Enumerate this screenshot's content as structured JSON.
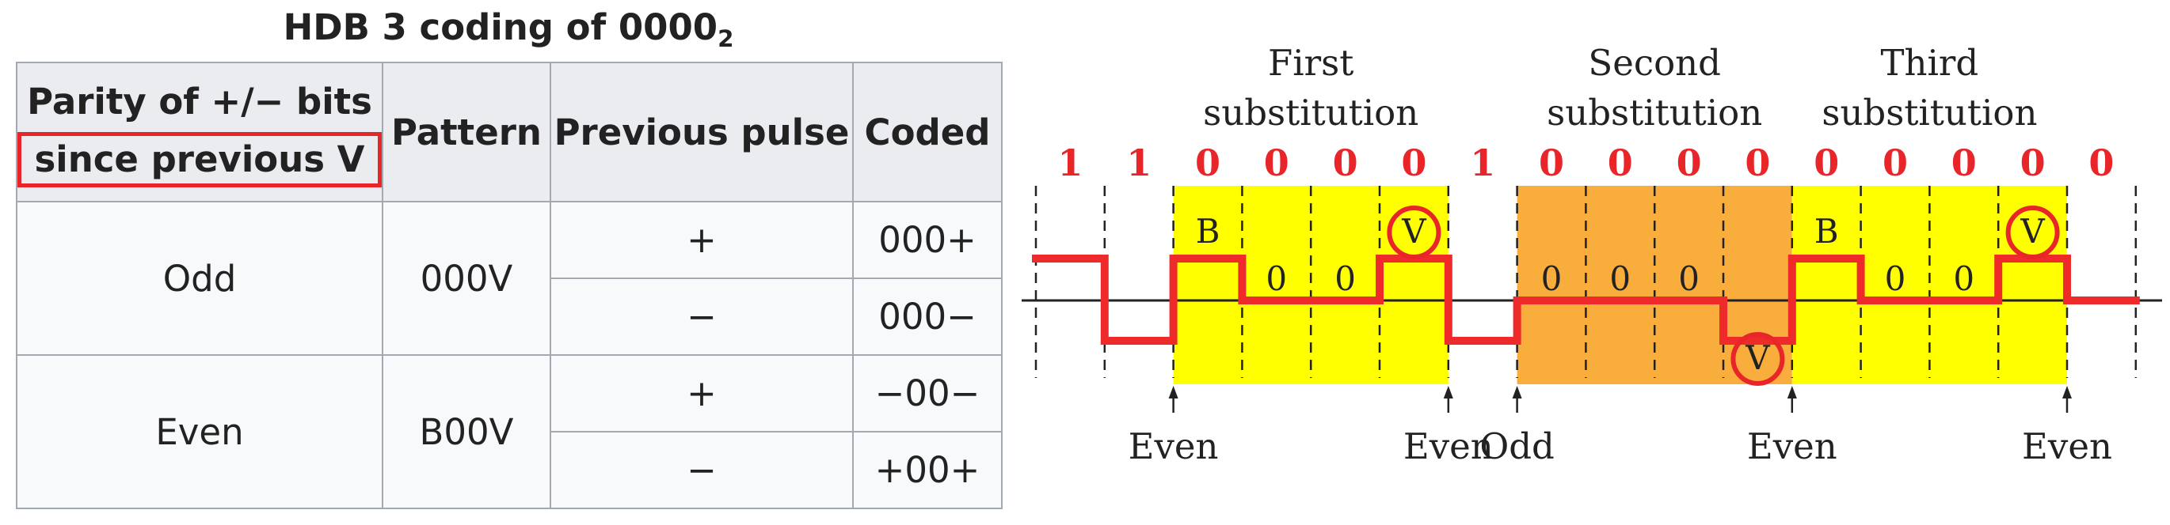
{
  "table": {
    "title": "HDB 3 coding of 0000",
    "title_sub": "2",
    "headers": {
      "parity_line1": "Parity of +/− bits",
      "parity_line2": "since previous V",
      "pattern": "Pattern",
      "previous_pulse": "Previous pulse",
      "coded": "Coded"
    },
    "rows": [
      {
        "parity": "Odd",
        "pattern": "000V",
        "prev": [
          "+",
          "−"
        ],
        "coded": [
          "000+",
          "000−"
        ]
      },
      {
        "parity": "Even",
        "pattern": "B00V",
        "prev": [
          "+",
          "−"
        ],
        "coded": [
          "−00−",
          "+00+"
        ]
      }
    ],
    "highlight_color": "#e8262a"
  },
  "diagram": {
    "colors": {
      "bit": "#e8262a",
      "signal": "#ee2a2a",
      "yellow": "#ffff00",
      "orange": "#f8ad3d",
      "marker": "#e8262a"
    },
    "substitution_titles": [
      {
        "line1": "First",
        "line2": "substitution"
      },
      {
        "line1": "Second",
        "line2": "substitution"
      },
      {
        "line1": "Third",
        "line2": "substitution"
      }
    ],
    "bits": [
      "1",
      "1",
      "0",
      "0",
      "0",
      "0",
      "1",
      "0",
      "0",
      "0",
      "0",
      "0",
      "0",
      "0",
      "0",
      "0"
    ],
    "levels": [
      1,
      -1,
      1,
      0,
      0,
      1,
      -1,
      0,
      0,
      0,
      -1,
      1,
      0,
      0,
      1,
      0
    ],
    "symbols": [
      {
        "slot": 2,
        "text": "B",
        "circled": false,
        "pos": "above"
      },
      {
        "slot": 3,
        "text": "0",
        "circled": false,
        "pos": "zero"
      },
      {
        "slot": 4,
        "text": "0",
        "circled": false,
        "pos": "zero"
      },
      {
        "slot": 5,
        "text": "V",
        "circled": true,
        "pos": "above"
      },
      {
        "slot": 7,
        "text": "0",
        "circled": false,
        "pos": "zero"
      },
      {
        "slot": 8,
        "text": "0",
        "circled": false,
        "pos": "zero"
      },
      {
        "slot": 9,
        "text": "0",
        "circled": false,
        "pos": "zero"
      },
      {
        "slot": 10,
        "text": "V",
        "circled": true,
        "pos": "below"
      },
      {
        "slot": 11,
        "text": "B",
        "circled": false,
        "pos": "above"
      },
      {
        "slot": 12,
        "text": "0",
        "circled": false,
        "pos": "zero"
      },
      {
        "slot": 13,
        "text": "0",
        "circled": false,
        "pos": "zero"
      },
      {
        "slot": 14,
        "text": "V",
        "circled": true,
        "pos": "above"
      }
    ],
    "parity_markers": [
      {
        "boundary": 2,
        "label": "Even"
      },
      {
        "boundary": 6,
        "label": "Even"
      },
      {
        "boundary": 7,
        "label": "Odd"
      },
      {
        "boundary": 11,
        "label": "Even"
      },
      {
        "boundary": 15,
        "label": "Even"
      }
    ]
  }
}
